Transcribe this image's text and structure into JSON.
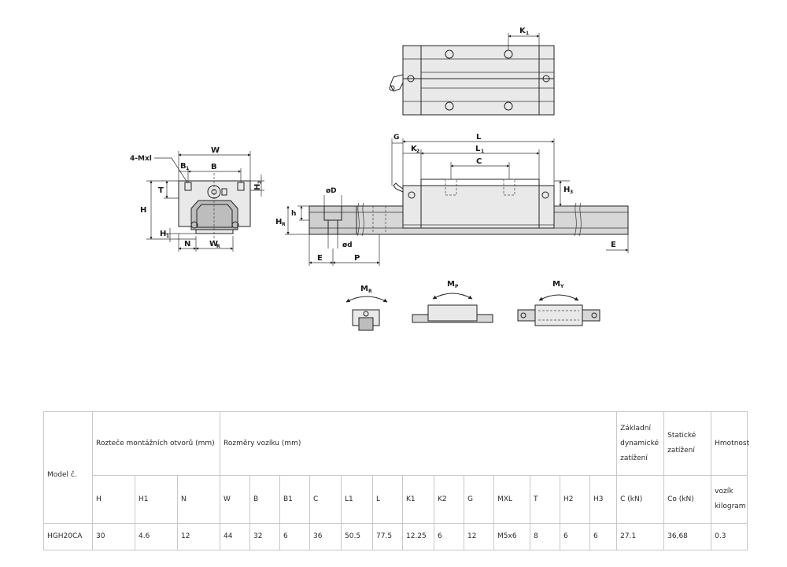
{
  "drawing": {
    "labels": {
      "W": "W",
      "B": "B",
      "B1": "B",
      "B1_sub": "1",
      "T": "T",
      "H": "H",
      "H1": "H",
      "H1_sub": "1",
      "H2": "H",
      "H2_sub": "2",
      "N": "N",
      "WR": "W",
      "WR_sub": "R",
      "mxl": "4-Mxl",
      "D": "øD",
      "d": "ød",
      "h": "h",
      "HR": "H",
      "HR_sub": "R",
      "E": "E",
      "P": "P",
      "G": "G",
      "L": "L",
      "L1": "L",
      "L1_sub": "1",
      "K2": "K",
      "K2_sub": "2",
      "C": "C",
      "H3": "H",
      "H3_sub": "3",
      "K1": "K",
      "K1_sub": "1",
      "MR": "M",
      "MR_sub": "R",
      "MP": "M",
      "MP_sub": "P",
      "MY": "M",
      "MY_sub": "Y"
    }
  },
  "table": {
    "model_header": "Model č.",
    "mount_header": "Rozteče montážních otvorů (mm)",
    "carriage_header": "Rozměry vozíku (mm)",
    "dyn_header": "Základní dynamické zatížení",
    "static_header": "Statické zatížení",
    "weight_header": "Hmotnost",
    "sub_headers": [
      "H",
      "H1",
      "N",
      "W",
      "B",
      "B1",
      "C",
      "L1",
      "L",
      "K1",
      "K2",
      "G",
      "MXL",
      "T",
      "H2",
      "H3",
      "C (kN)",
      "Co (kN)",
      "vozík kilogram"
    ],
    "row": [
      "HGH20CA",
      "30",
      "4.6",
      "12",
      "44",
      "32",
      "6",
      "36",
      "50.5",
      "77.5",
      "12.25",
      "6",
      "12",
      "M5x6",
      "8",
      "6",
      "6",
      "27.1",
      "36,68",
      "0.3"
    ]
  }
}
